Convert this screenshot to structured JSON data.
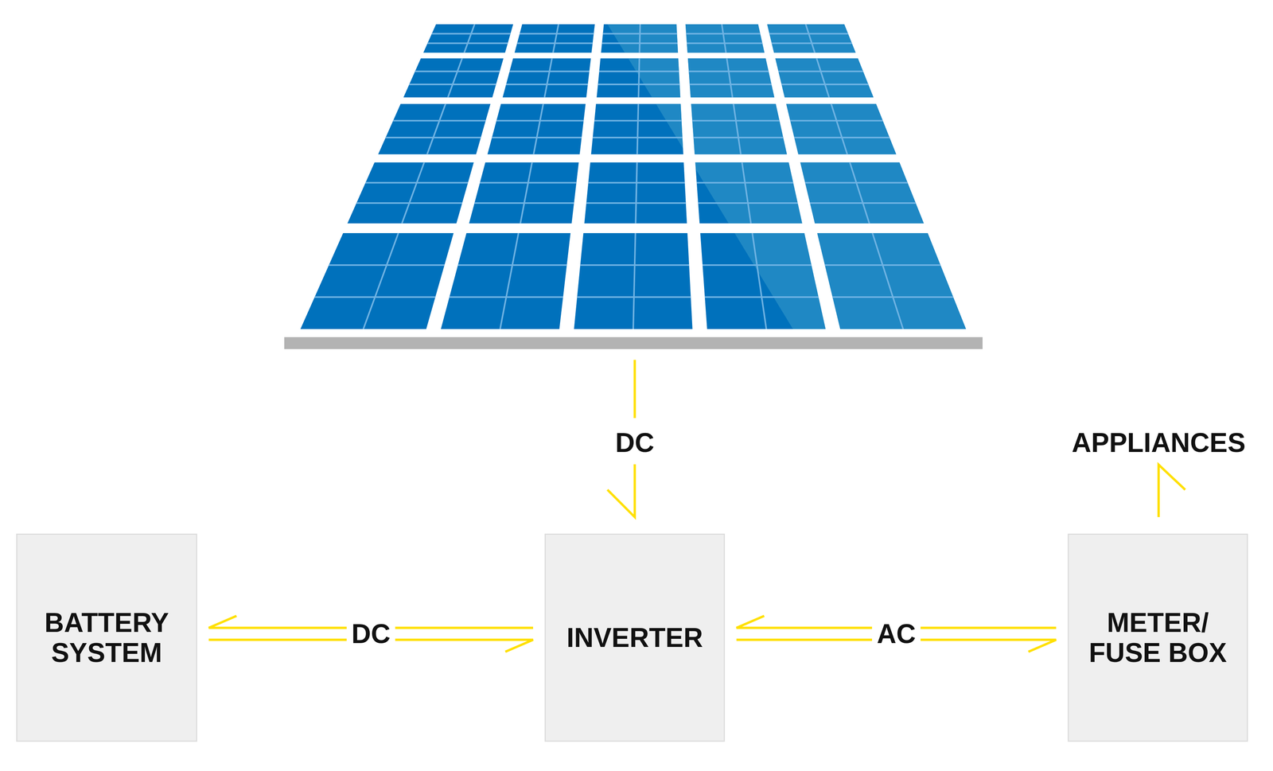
{
  "diagram": {
    "nodes": [
      {
        "text": [
          "BATTERY SYSTEM"
        ]
      },
      {
        "text": [
          "INVERTER"
        ]
      },
      {
        "text": [
          "METER/ FUSE BOX"
        ]
      }
    ],
    "edges": [
      {
        "from": 0,
        "to": 1,
        "label": "DC",
        "arrow": "both"
      },
      {
        "from": 1,
        "to": 2,
        "label": "AC",
        "arrow": "both"
      }
    ],
    "labels": [
      "DC",
      "APPLIANCES"
    ]
  }
}
